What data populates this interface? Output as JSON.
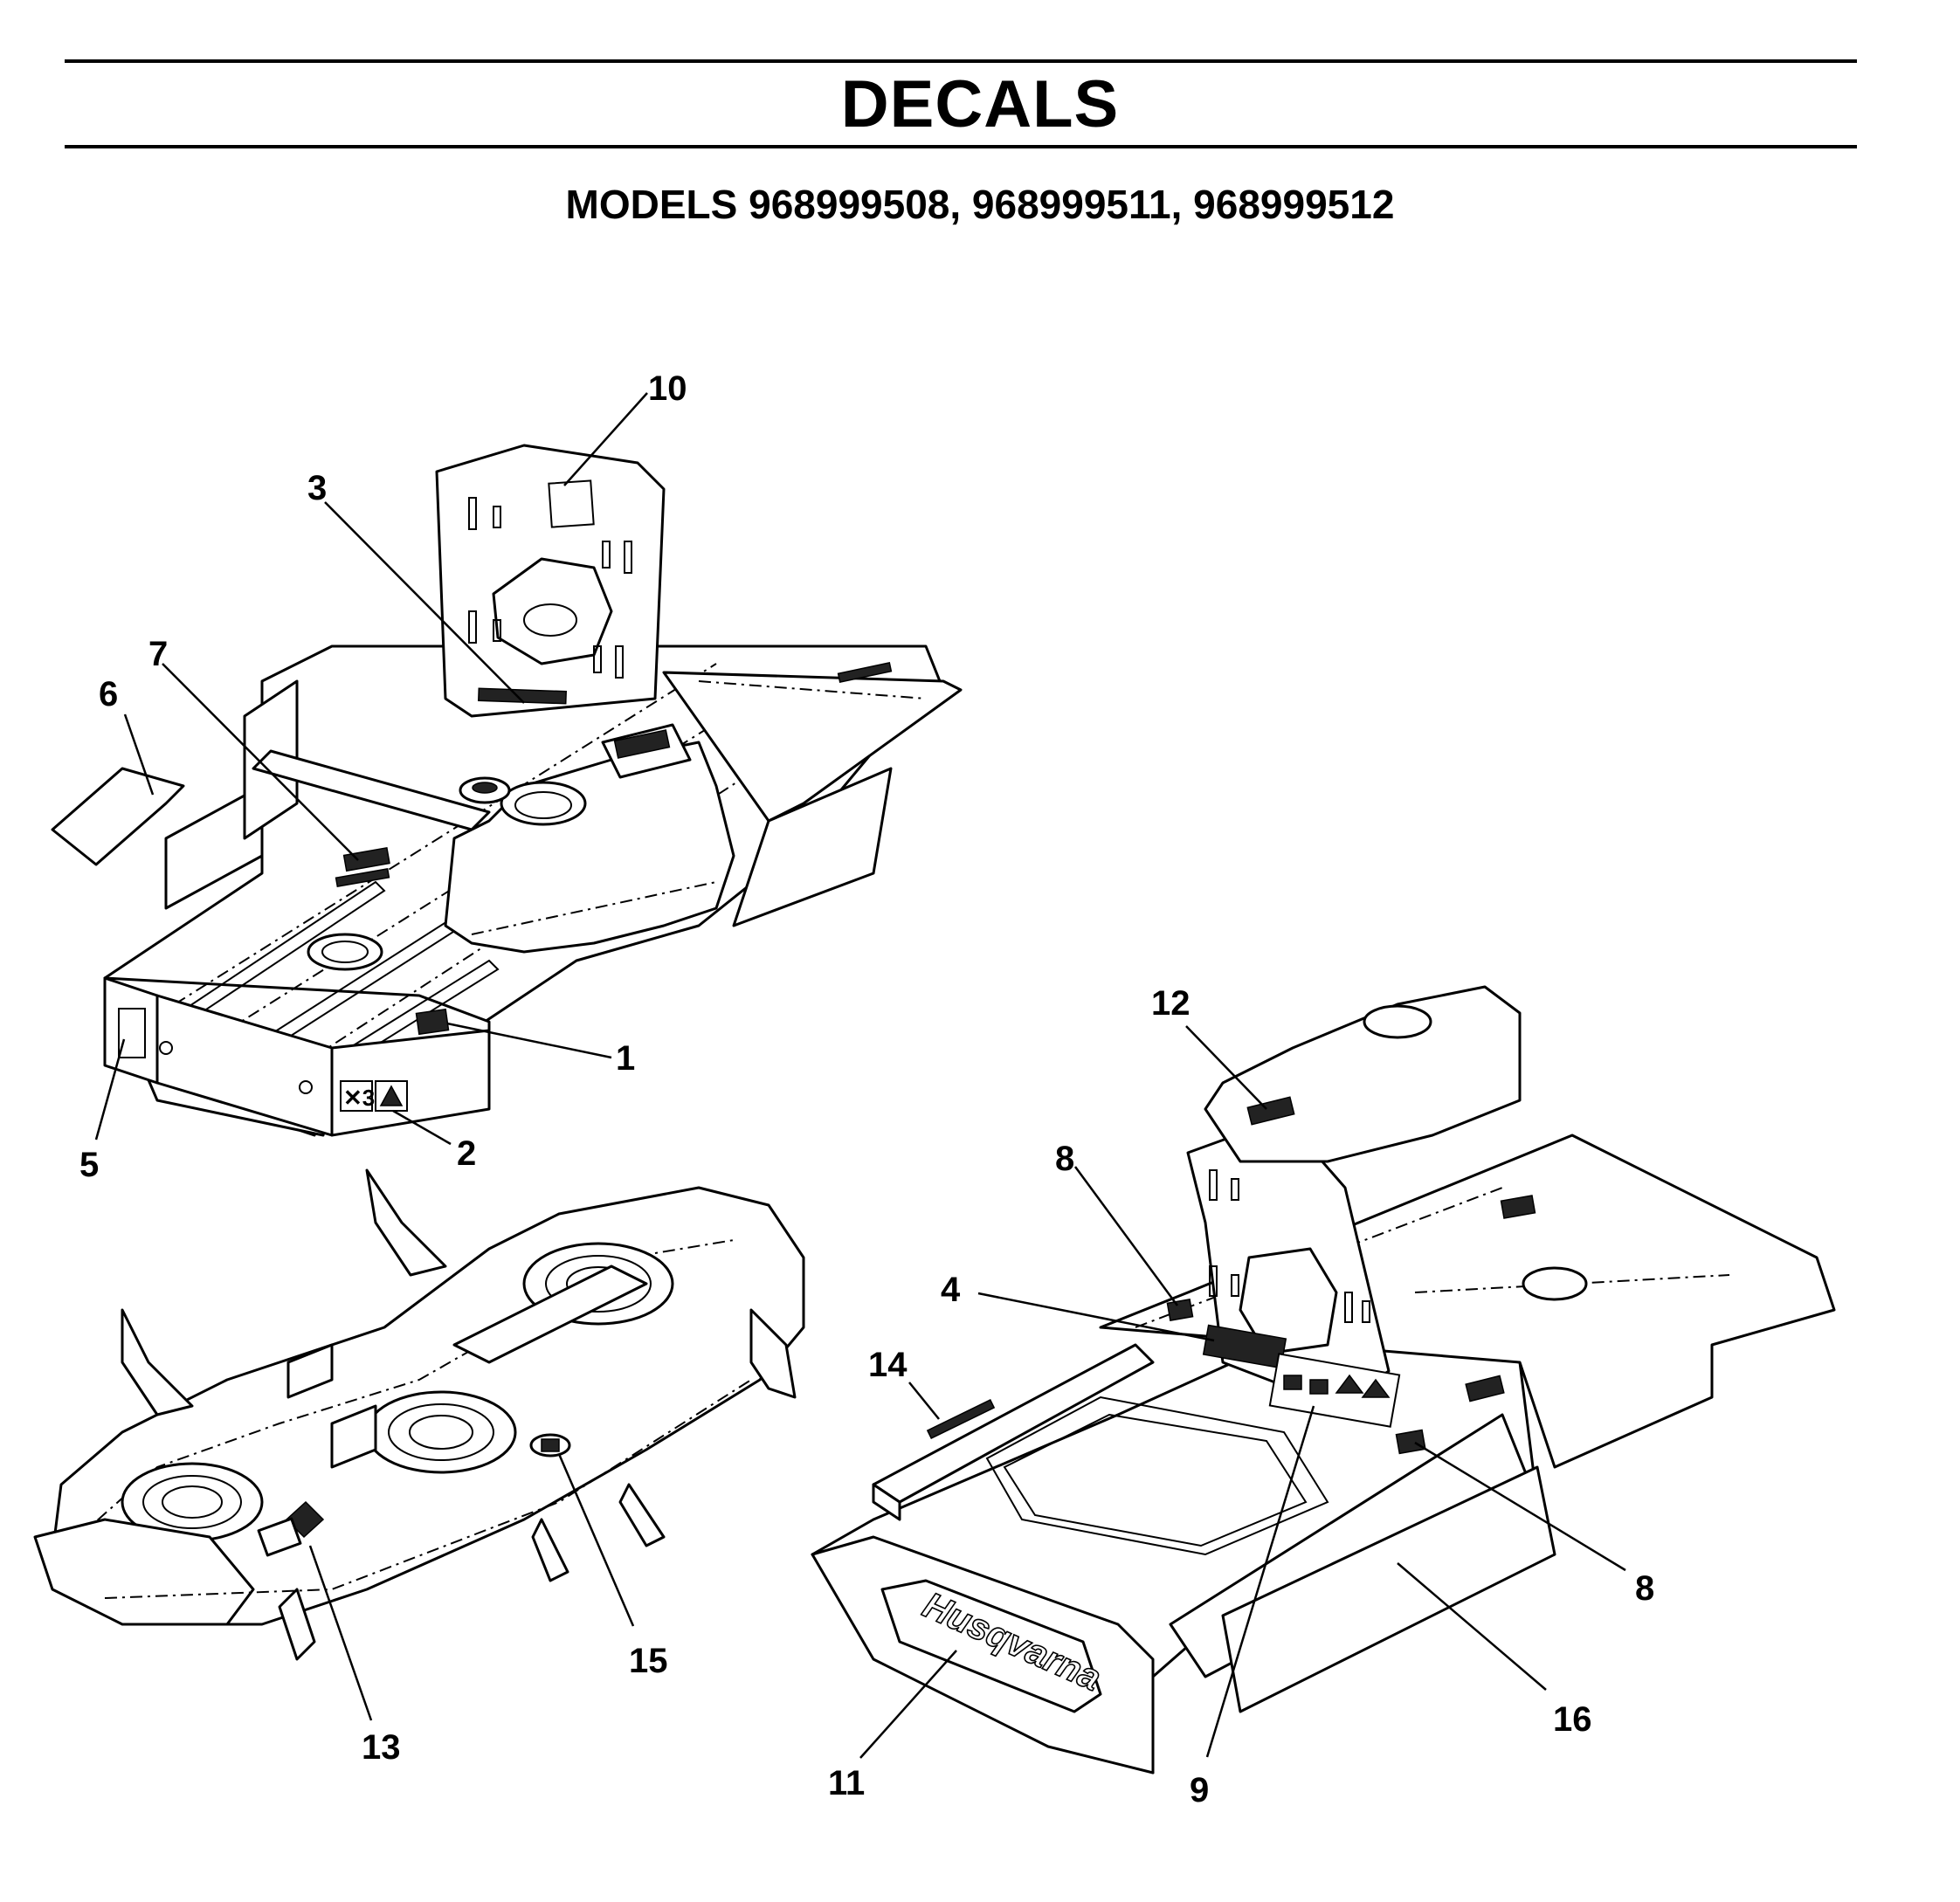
{
  "header": {
    "title": "DECALS",
    "subtitle": "MODELS 968999508, 968999511, 968999512"
  },
  "brand": {
    "logo_text": "Husqvarna"
  },
  "callouts": [
    "1",
    "2",
    "3",
    "4",
    "5",
    "6",
    "7",
    "8",
    "8",
    "9",
    "10",
    "11",
    "12",
    "13",
    "14",
    "15",
    "16"
  ]
}
